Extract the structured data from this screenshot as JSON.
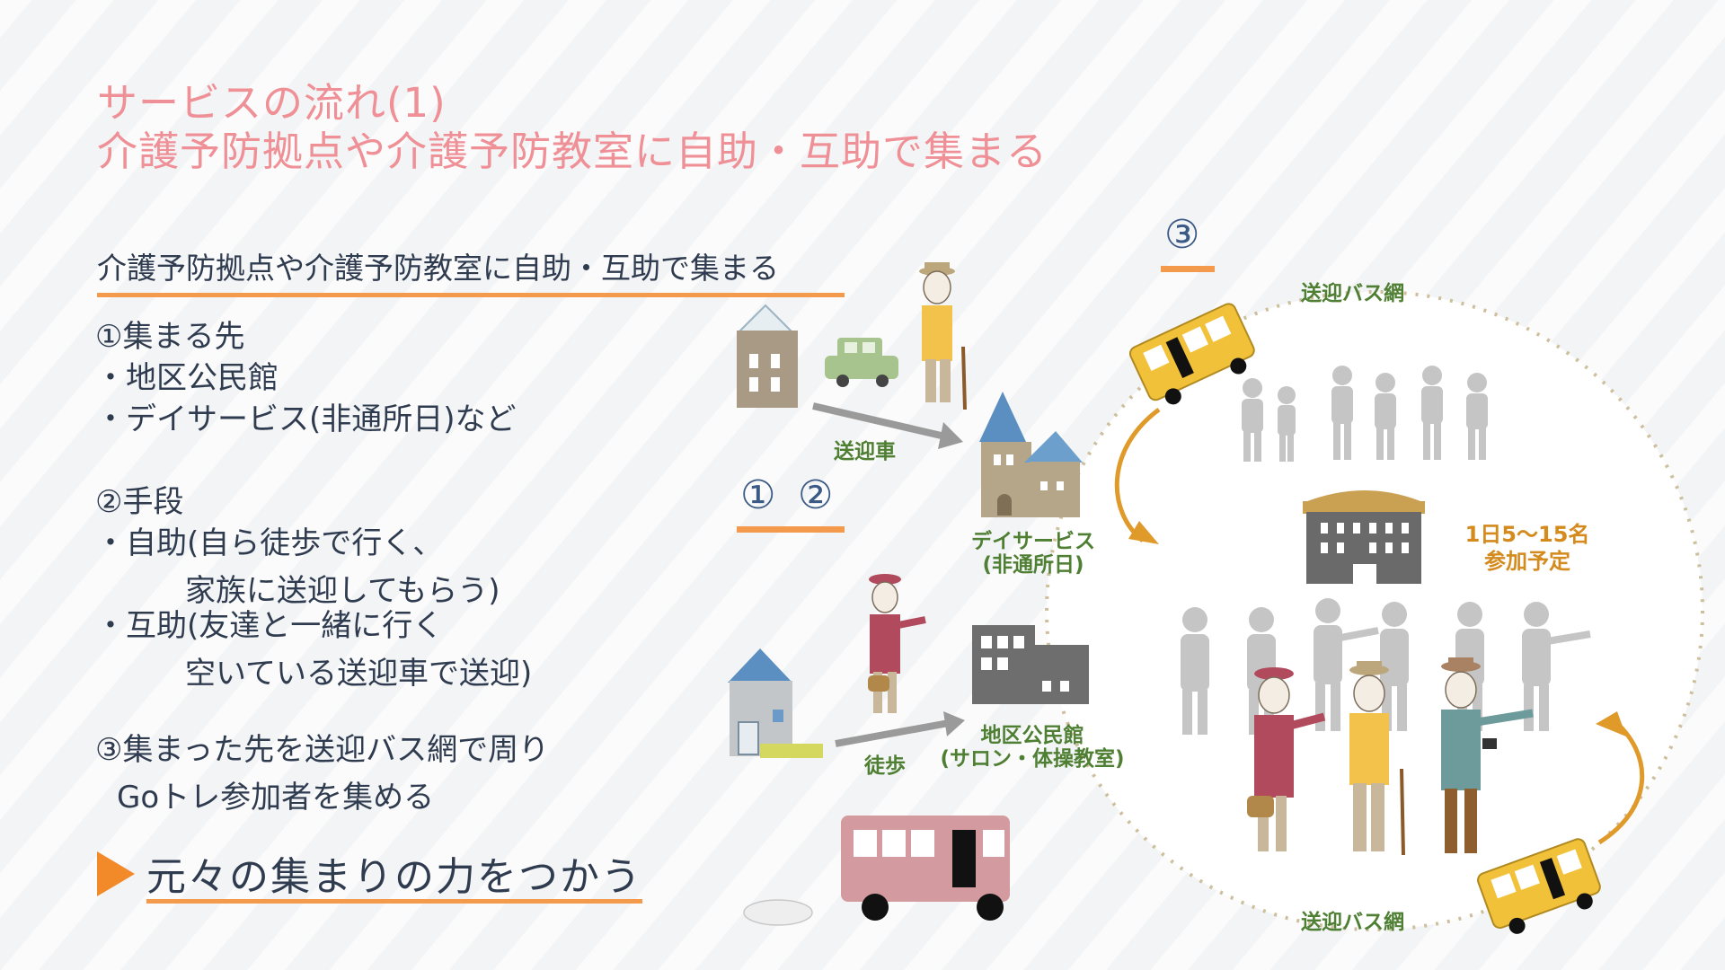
{
  "title": {
    "line1": "サービスの流れ(1)",
    "line2": "介護予防拠点や介護予防教室に自助・互助で集まる"
  },
  "section_heading": "介護予防拠点や介護予防教室に自助・互助で集まる",
  "body": {
    "item1_heading": "①集まる先",
    "item1_a": "・地区公民館",
    "item1_b": "・デイサービス(非通所日)など",
    "item2_heading": "②手段",
    "item2_a": "・自助(自ら徒歩で行く、",
    "item2_a_cont": "家族に送迎してもらう)",
    "item2_b": "・互助(友達と一緒に行く",
    "item2_b_cont": "空いている送迎車で送迎)",
    "item3_heading": "③集まった先を送迎バス網で周り",
    "item3_cont": "Goトレ参加者を集める"
  },
  "conclusion": "元々の集まりの力をつかう",
  "diagram": {
    "num_1": "①",
    "num_2": "②",
    "num_3": "③",
    "label_car": "送迎車",
    "label_walk": "徒歩",
    "label_dayservice": "デイサービス\n(非通所日)",
    "label_hall": "地区公民館\n(サロン・体操教室)",
    "label_busnet_top": "送迎バス網",
    "label_busnet_bottom": "送迎バス網",
    "label_capacity": "1日5〜15名\n参加予定"
  },
  "colors": {
    "title": "#ef8f96",
    "accent_orange": "#f39a4d",
    "text": "#2f3b4f",
    "number_blue": "#3b5a86",
    "label_green": "#4f7f33",
    "label_orange": "#d48a1c"
  }
}
